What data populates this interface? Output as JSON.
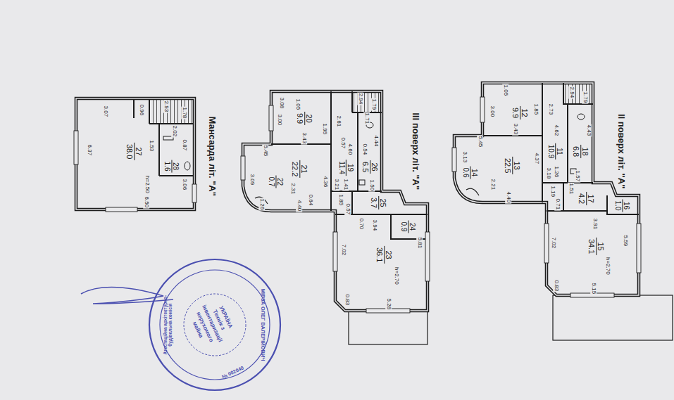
{
  "diagram": {
    "nodes": [
      {
        "text": [
          "27",
          "38.0"
        ]
      },
      {
        "text": [
          "28",
          "1.6"
        ]
      },
      {
        "text": [
          "20",
          "9.9"
        ]
      },
      {
        "text": [
          "21",
          "22.2"
        ]
      },
      {
        "text": [
          "22",
          "0.7"
        ]
      },
      {
        "text": [
          "19",
          "11.4"
        ]
      },
      {
        "text": [
          "26",
          "6.5"
        ]
      },
      {
        "text": [
          "25",
          "3.7"
        ]
      },
      {
        "text": [
          "24",
          "0.9"
        ]
      },
      {
        "text": [
          "23",
          "36.1"
        ]
      },
      {
        "text": [
          "12",
          "9.9"
        ]
      },
      {
        "text": [
          "13",
          "22.5"
        ]
      },
      {
        "text": [
          "14",
          "0.6"
        ]
      },
      {
        "text": [
          "11",
          "10.9"
        ]
      },
      {
        "text": [
          "18",
          "6.8"
        ]
      },
      {
        "text": [
          "17",
          "4.2"
        ]
      },
      {
        "text": [
          "16",
          "1.0"
        ]
      },
      {
        "text": [
          "15",
          "34.1"
        ]
      }
    ],
    "labels": [
      "Мансарда літ. \"А\"",
      "3.07",
      "0.96",
      "2.93",
      "1.78",
      "2.02",
      "6.37",
      "1.53",
      "0.87",
      "3.06",
      "h=2.50",
      "6.50",
      "III поверх літ. \"А\"",
      "3.08",
      "1.05",
      "3.00",
      "1.95",
      "3.43",
      "2.61",
      "2.94",
      "1.79",
      "1.71",
      "0.57",
      "4.60",
      "0.54",
      "4.44",
      "1.50",
      "5.45",
      "3.09",
      "4.36",
      "3.21",
      "2.31",
      "0.64",
      "1.26",
      "4.40",
      "1.41",
      "1.85",
      "0.57",
      "0.70",
      "3.94",
      "7.02",
      "5.81",
      "h=2.70",
      "0.83",
      "5.28",
      "II поверх літ. \"А\"",
      "1.05",
      "1.85",
      "3.00",
      "3.43",
      "2.73",
      "2.94",
      "1.79",
      "4.62",
      "4.43",
      "5.45",
      "3.13",
      "4.37",
      "3.18",
      "1.26",
      "2.21",
      "1.57",
      "4.40",
      "1.19",
      "1.51",
      "0.71",
      "3.91",
      "7.02",
      "5.59",
      "h=2.70",
      "0.83",
      "5.15",
      "УКРАЇНА",
      "Технік з",
      "інвентаризації",
      "нерухомого",
      "майна",
      "МІРЗА ОЛЕГ ВАЛЕРІЙОВИЧ",
      "Атестаційна архітектурно-будівельна комісія",
      "№ 002040"
    ]
  }
}
